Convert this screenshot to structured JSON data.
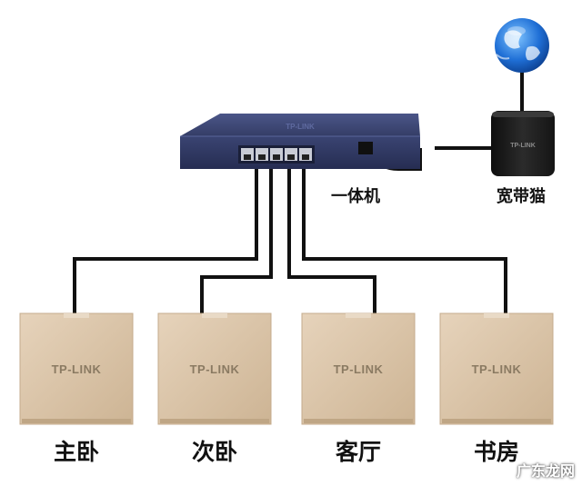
{
  "devices": {
    "router_label": "一体机",
    "modem_label": "宽带猫",
    "modem_brand": "TP-LINK",
    "router_brand": "TP-LINK"
  },
  "access_points": [
    {
      "brand": "TP-LINK",
      "room": "主卧"
    },
    {
      "brand": "TP-LINK",
      "room": "次卧"
    },
    {
      "brand": "TP-LINK",
      "room": "客厅"
    },
    {
      "brand": "TP-LINK",
      "room": "书房"
    }
  ],
  "watermark": "广东龙网",
  "colors": {
    "router_body": "#3a4470",
    "modem_body": "#1c1c1c",
    "ap_panel": "#dcc7ad",
    "cable": "#111111",
    "globe": "#1f6fd6"
  },
  "icons": {
    "internet": "globe-icon"
  }
}
